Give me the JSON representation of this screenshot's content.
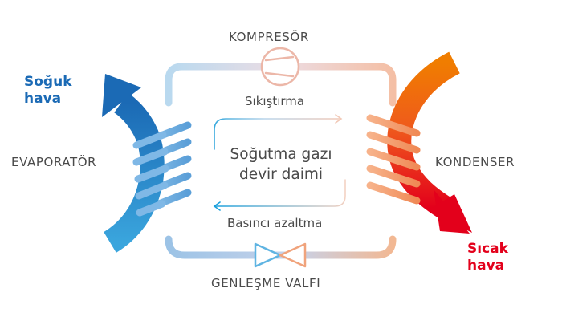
{
  "labels": {
    "compressor": "KOMPRESÖR",
    "evaporator": "EVAPORATÖR",
    "condenser": "KONDENSER",
    "expansion_valve": "GENLEŞME VALFI",
    "compression": "Sıkıştırma",
    "pressure_reduction": "Basıncı azaltma",
    "center_line1": "Soğutma gazı",
    "center_line2": "devir daimi",
    "cold_air_line1": "Soğuk",
    "cold_air_line2": "hava",
    "hot_air_line1": "Sıcak",
    "hot_air_line2": "hava"
  },
  "colors": {
    "cold_dark": "#1b6ab5",
    "cold_light": "#5fb4e2",
    "hot_orange": "#f07d00",
    "hot_red": "#e3001b",
    "label_gray": "#4a4a4a"
  },
  "icons": [
    "compressor-icon",
    "expansion-valve-icon",
    "evaporator-coil-icon",
    "condenser-coil-icon"
  ]
}
